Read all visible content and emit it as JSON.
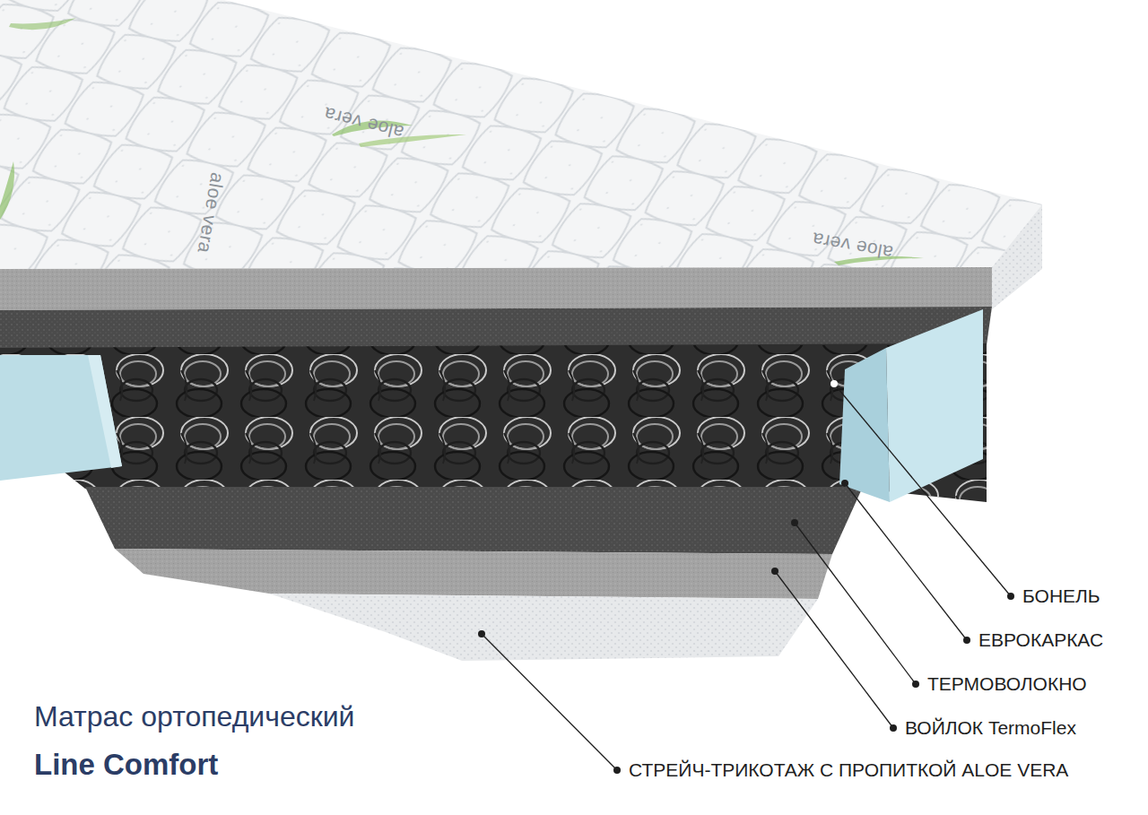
{
  "diagram": {
    "labels": [
      "aloe vera",
      "aloe vera",
      "aloe vera",
      "БОНЕЛЬ",
      "ЕВРОКАРКАС",
      "ТЕРМОВОЛОКНО",
      "ВОЙЛОК TermoFlex",
      "СТРЕЙЧ-ТРИКОТАЖ С ПРОПИТКОЙ ALOE VERA",
      "Матрас ортопедический",
      "Line Comfort"
    ]
  }
}
